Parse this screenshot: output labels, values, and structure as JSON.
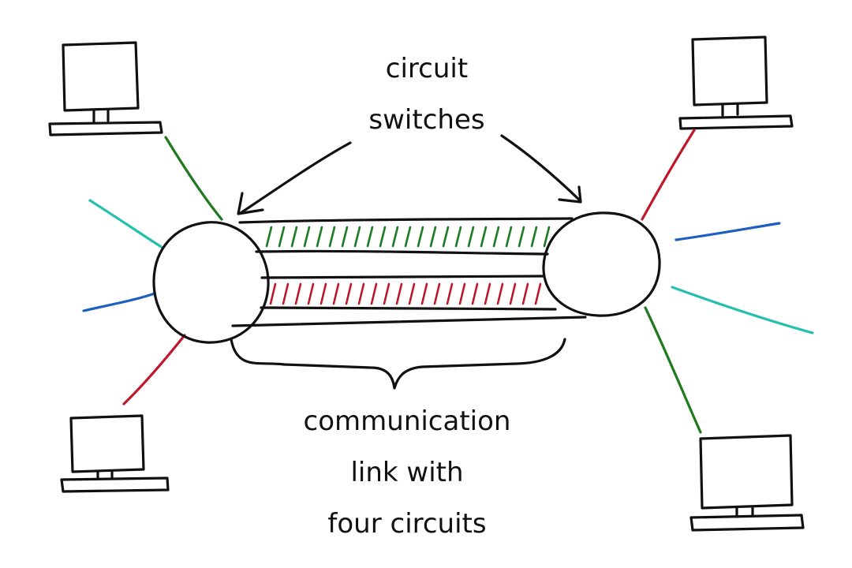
{
  "labels": {
    "top_line1": "circuit",
    "top_line2": "switches",
    "bottom_line1": "communication",
    "bottom_line2": "link with",
    "bottom_line3": "four circuits"
  },
  "colors": {
    "ink": "#111111",
    "green": "#1f7a1f",
    "teal": "#25bfae",
    "blue": "#1f5fbf",
    "red": "#c0182a"
  },
  "circuits": [
    {
      "name": "circuit-1",
      "color": "green",
      "in_use": true
    },
    {
      "name": "circuit-2",
      "color": "none",
      "in_use": false
    },
    {
      "name": "circuit-3",
      "color": "red",
      "in_use": true
    },
    {
      "name": "circuit-4",
      "color": "none",
      "in_use": false
    }
  ]
}
